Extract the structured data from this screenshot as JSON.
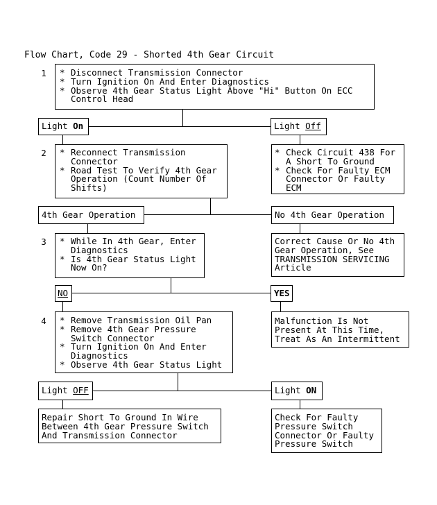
{
  "title": "Flow Chart, Code 29 - Shorted 4th Gear Circuit",
  "steps": [
    {
      "number": "1",
      "items": [
        "Disconnect Transmission Connector",
        "Turn Ignition On And Enter Diagnostics",
        "Observe 4th Gear Status Light Above \"Hi\" Button On ECC\nControl Head"
      ]
    },
    {
      "number": "2",
      "items": [
        "Reconnect Transmission\nConnector",
        "Road Test To Verify 4th Gear\nOperation (Count Number Of\nShifts)"
      ]
    },
    {
      "number": "3",
      "items": [
        "While In 4th Gear, Enter\nDiagnostics",
        "Is 4th Gear Status Light\nNow On?"
      ]
    },
    {
      "number": "4",
      "items": [
        "Remove Transmission Oil Pan",
        "Remove 4th Gear Pressure\nSwitch Connector",
        "Turn Ignition On And Enter\nDiagnostics",
        "Observe 4th Gear Status Light"
      ]
    }
  ],
  "branches": {
    "step1_left": {
      "prefix": "Light ",
      "state": "On"
    },
    "step1_right": {
      "prefix": "Light ",
      "state": "Off"
    },
    "step2_left": {
      "label": "4th Gear Operation"
    },
    "step2_right": {
      "label": "No 4th Gear Operation"
    },
    "step3_left": {
      "label": "NO"
    },
    "step3_right": {
      "label": "YES"
    },
    "step4_left": {
      "prefix": "Light ",
      "state": "OFF"
    },
    "step4_right": {
      "prefix": "Light ",
      "state": "ON"
    }
  },
  "results": {
    "light_off_1": {
      "items": [
        "Check Circuit 438 For\nA Short To Ground",
        "Check For Faulty ECM\nConnector Or Faulty\nECM"
      ]
    },
    "no_operation": "Correct Cause Or No 4th\nGear Operation, See\nTRANSMISSION SERVICING\nArticle",
    "yes": "Malfunction Is Not\nPresent At This Time,\nTreat As An Intermittent",
    "light_off_4": "Repair Short To Ground In Wire\nBetween 4th Gear Pressure Switch\nAnd Transmission Connector",
    "light_on_4": "Check For Faulty\nPressure Switch\nConnector Or Faulty\nPressure Switch"
  }
}
